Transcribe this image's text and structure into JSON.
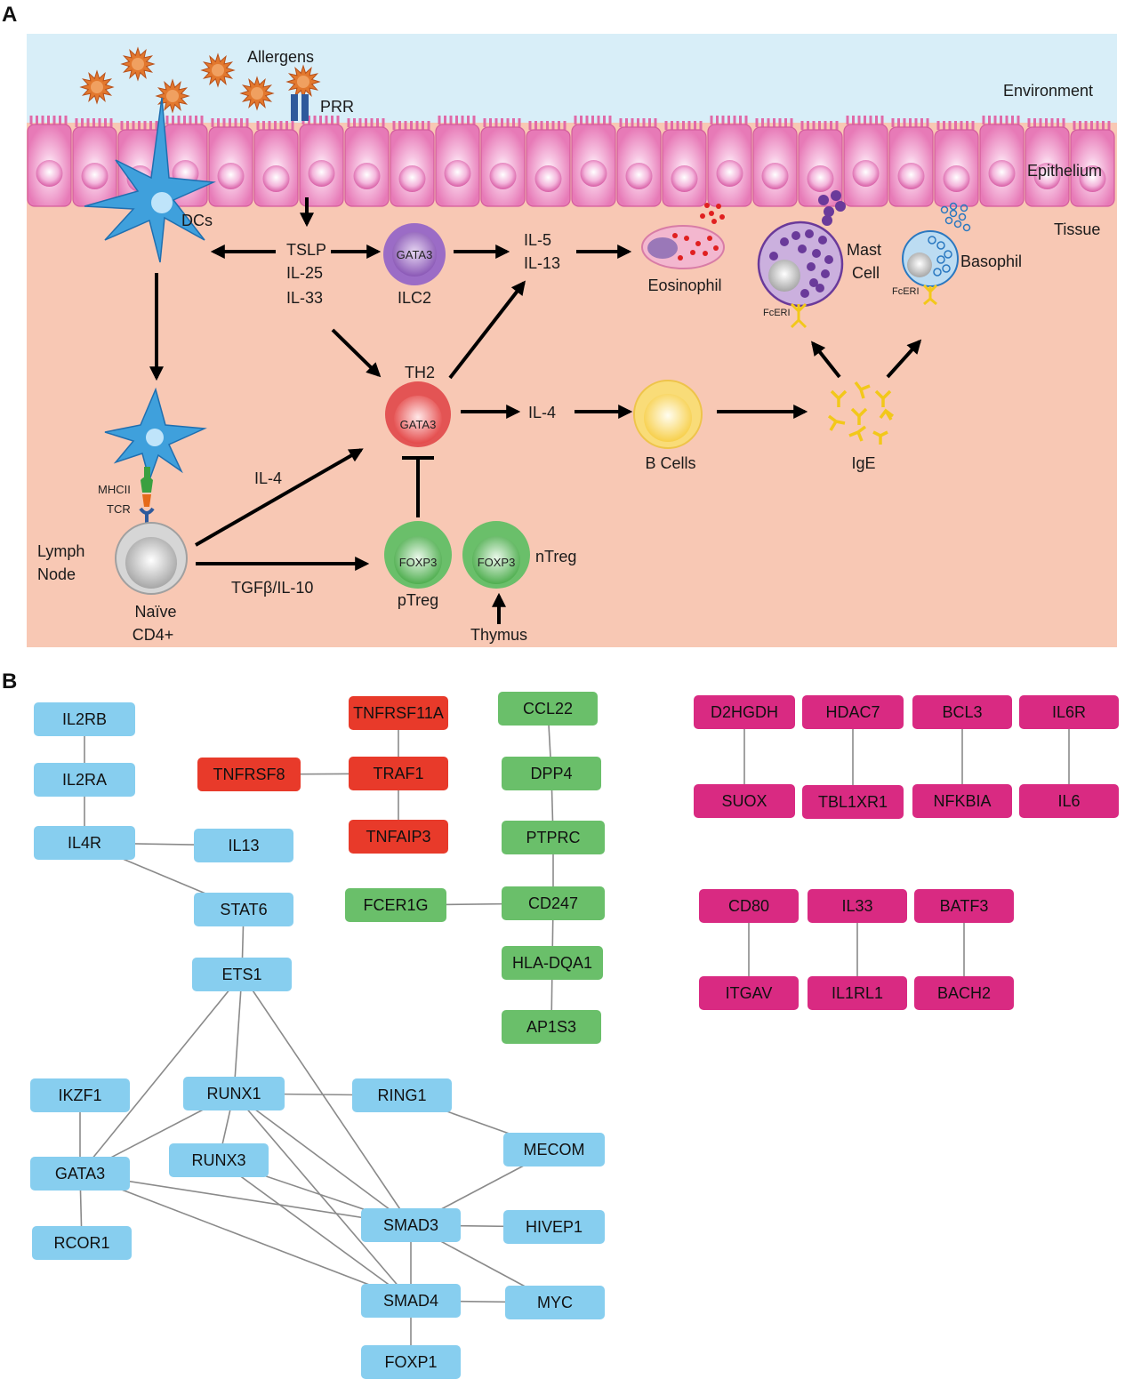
{
  "panel_a": {
    "letter": "A",
    "environment": "Environment",
    "epithelium": "Epithelium",
    "tissue": "Tissue",
    "allergens": "Allergens",
    "prr": "PRR",
    "dcs": "DCs",
    "alarmins": [
      "TSLP",
      "IL-25",
      "IL-33"
    ],
    "ilc2": "ILC2",
    "gata3": "GATA3",
    "il5": "IL-5",
    "il13": "IL-13",
    "eosinophil": "Eosinophil",
    "mast_cell_1": "Mast",
    "mast_cell_2": "Cell",
    "basophil": "Basophil",
    "fceri": "FcERI",
    "th2": "TH2",
    "il4": "IL-4",
    "b_cells": "B Cells",
    "ige": "IgE",
    "mhcii": "MHCII",
    "tcr": "TCR",
    "lymph_node_1": "Lymph",
    "lymph_node_2": "Node",
    "naive_1": "Naïve",
    "naive_2": "CD4+",
    "tgfb": "TGFβ/IL-10",
    "foxp3": "FOXP3",
    "ptreg": "pTreg",
    "ntreg": "nTreg",
    "thymus": "Thymus",
    "colors": {
      "environment": "#d8eef8",
      "tissue": "#f8c8b4",
      "epithelium": "#e87ab8"
    }
  },
  "panel_b": {
    "letter": "B",
    "colors": {
      "blue": "#87ceef",
      "red": "#e83a2a",
      "green": "#6abf6a",
      "magenta": "#d92a82",
      "edge": "#8a8a8a"
    },
    "nodes": {
      "IL2RB": "IL2RB",
      "IL2RA": "IL2RA",
      "IL4R": "IL4R",
      "IL13": "IL13",
      "STAT6": "STAT6",
      "ETS1": "ETS1",
      "IKZF1": "IKZF1",
      "RUNX1": "RUNX1",
      "RING1": "RING1",
      "MECOM": "MECOM",
      "GATA3": "GATA3",
      "RUNX3": "RUNX3",
      "RCOR1": "RCOR1",
      "SMAD3": "SMAD3",
      "HIVEP1": "HIVEP1",
      "SMAD4": "SMAD4",
      "MYC": "MYC",
      "FOXP1": "FOXP1",
      "TNFRSF11A": "TNFRSF11A",
      "TNFRSF8": "TNFRSF8",
      "TRAF1": "TRAF1",
      "TNFAIP3": "TNFAIP3",
      "CCL22": "CCL22",
      "DPP4": "DPP4",
      "PTPRC": "PTPRC",
      "FCER1G": "FCER1G",
      "CD247": "CD247",
      "HLA-DQA1": "HLA-DQA1",
      "AP1S3": "AP1S3",
      "D2HGDH": "D2HGDH",
      "HDAC7": "HDAC7",
      "BCL3": "BCL3",
      "IL6R": "IL6R",
      "SUOX": "SUOX",
      "TBL1XR1": "TBL1XR1",
      "NFKBIA": "NFKBIA",
      "IL6": "IL6",
      "CD80": "CD80",
      "IL33": "IL33",
      "BATF3": "BATF3",
      "ITGAV": "ITGAV",
      "IL1RL1": "IL1RL1",
      "BACH2": "BACH2"
    },
    "edges": [
      [
        "IL2RB",
        "IL2RA"
      ],
      [
        "IL2RA",
        "IL4R"
      ],
      [
        "IL4R",
        "IL13"
      ],
      [
        "IL4R",
        "STAT6"
      ],
      [
        "STAT6",
        "ETS1"
      ],
      [
        "ETS1",
        "RUNX1"
      ],
      [
        "ETS1",
        "GATA3"
      ],
      [
        "ETS1",
        "SMAD3"
      ],
      [
        "IKZF1",
        "GATA3"
      ],
      [
        "GATA3",
        "RCOR1"
      ],
      [
        "GATA3",
        "RUNX1"
      ],
      [
        "GATA3",
        "SMAD3"
      ],
      [
        "GATA3",
        "SMAD4"
      ],
      [
        "RUNX1",
        "RUNX3"
      ],
      [
        "RUNX1",
        "RING1"
      ],
      [
        "RUNX1",
        "SMAD3"
      ],
      [
        "RUNX1",
        "SMAD4"
      ],
      [
        "RUNX3",
        "SMAD3"
      ],
      [
        "RUNX3",
        "SMAD4"
      ],
      [
        "RING1",
        "MECOM"
      ],
      [
        "MECOM",
        "SMAD3"
      ],
      [
        "SMAD3",
        "HIVEP1"
      ],
      [
        "SMAD3",
        "SMAD4"
      ],
      [
        "SMAD3",
        "MYC"
      ],
      [
        "SMAD4",
        "MYC"
      ],
      [
        "SMAD4",
        "FOXP1"
      ],
      [
        "TNFRSF11A",
        "TRAF1"
      ],
      [
        "TNFRSF8",
        "TRAF1"
      ],
      [
        "TRAF1",
        "TNFAIP3"
      ],
      [
        "CCL22",
        "DPP4"
      ],
      [
        "DPP4",
        "PTPRC"
      ],
      [
        "PTPRC",
        "CD247"
      ],
      [
        "FCER1G",
        "CD247"
      ],
      [
        "CD247",
        "HLA-DQA1"
      ],
      [
        "HLA-DQA1",
        "AP1S3"
      ],
      [
        "D2HGDH",
        "SUOX"
      ],
      [
        "HDAC7",
        "TBL1XR1"
      ],
      [
        "BCL3",
        "NFKBIA"
      ],
      [
        "IL6R",
        "IL6"
      ],
      [
        "CD80",
        "ITGAV"
      ],
      [
        "IL33",
        "IL1RL1"
      ],
      [
        "BATF3",
        "BACH2"
      ]
    ]
  }
}
